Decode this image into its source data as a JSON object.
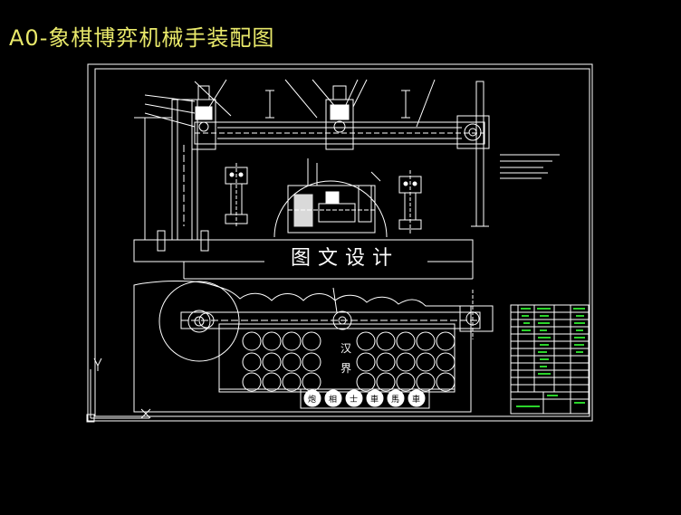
{
  "title": "A0-象棋博弈机械手装配图",
  "watermark": "图文设计",
  "board": {
    "river_text_top": "汉",
    "river_text_bottom": "界",
    "piece_labels": [
      "炮",
      "相",
      "士",
      "車",
      "馬",
      "車"
    ]
  },
  "colors": {
    "background": "#000000",
    "line": "#ffffff",
    "title": "#e8e86a",
    "titleblock_accent": "#2bd42b"
  }
}
